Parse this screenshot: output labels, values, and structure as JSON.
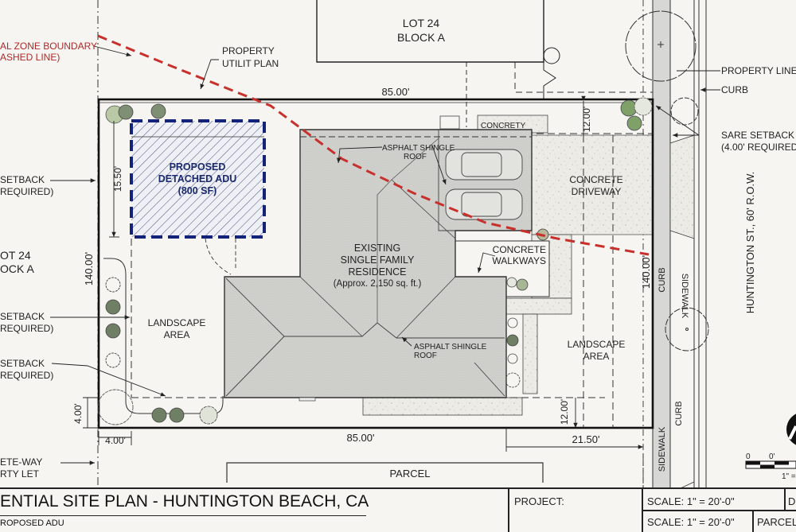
{
  "sheet": {
    "title": "ENTIAL SITE PLAN - HUNTINGTON BEACH, CA",
    "subtitle": "ROPOSED ADU",
    "project_label": "PROJECT:",
    "scale_1": "SCALE:  1\" = 20'-0\"",
    "scale_2": "SCALE:  1\" = 20'-0\"",
    "cell_d": "D",
    "cell_parcel": "PARCEL"
  },
  "labels": {
    "zone_boundary_1": "AL ZONE BOUNDARY",
    "zone_boundary_2": "ASHED LINE)",
    "property_utility_1": "PROPERTY",
    "property_utility_2": "UTILIT PLAN",
    "lot_top_1": "LOT 24",
    "lot_top_2": "BLOCK A",
    "lot_left_1": "OT 24",
    "lot_left_2": "OCK A",
    "property_line": "PROPERTY LINE",
    "curb_top": "CURB",
    "side_setback_1": "SARE SETBACK",
    "side_setback_2": "(4.00' REQUIRED)",
    "setback_left_a_1": "SETBACK",
    "setback_left_a_2": "REQUIRED)",
    "setback_left_b_1": "SETBACK",
    "setback_left_b_2": "REQUIRED)",
    "setback_left_c_1": " SETBACK",
    "setback_left_c_2": "REQUIRED)",
    "concrete_way_1": "ETE-WAY",
    "concrete_way_2": "RTY LET",
    "adu_1": "PROPOSED",
    "adu_2": "DETACHED ADU",
    "adu_3": "(800 SF)",
    "roof_top_1": "ASPHALT SHINGLE",
    "roof_top_2": "ROOF",
    "roof_bottom_1": "ASPHALT SHINGLE",
    "roof_bottom_2": "ROOF",
    "residence_1": "EXISTING",
    "residence_2": "SINGLE FAMILY",
    "residence_3": "RESIDENCE",
    "residence_4": "(Approx. 2,150 sq. ft.)",
    "concrety": "CONCRETY",
    "driveway_1": "CONCRETE",
    "driveway_2": "DRIVEWAY",
    "walkways_1": "CONCRETE",
    "walkways_2": "WALKWAYS",
    "landscape_left_1": "LANDSCAPE",
    "landscape_left_2": "AREA",
    "landscape_right_1": "LANDSCAPE",
    "landscape_right_2": "AREA",
    "curb_mid": "CURB",
    "sidewalk_mid": "SIDEWALK",
    "street": "HUNTINGTON ST., 60' R.O.W.",
    "sidewalk_bottom": "SIDEWALK",
    "curb_bottom": "CURB",
    "parcel": "PARCEL",
    "scale_bar_0": "0",
    "scale_bar_1": "0'",
    "scale_bar_note": "1\" ="
  },
  "dimensions": {
    "top_width": "85.00'",
    "bottom_width": "85.00'",
    "left_depth": "140.00'",
    "right_depth": "140.00'",
    "adu_depth": "15.50'",
    "front_setback_top": "12.00'",
    "front_setback_bottom": "12.00'",
    "corner_v": "4.00'",
    "corner_h": "4.00'",
    "right_offset": "21.50'"
  },
  "colors": {
    "zone_boundary": "#c8302c",
    "adu_outline": "#13237a",
    "roof_fill": "#cfcfcc",
    "concrete_fill": "#e7e6e1",
    "plant_green": "#7fa066"
  }
}
